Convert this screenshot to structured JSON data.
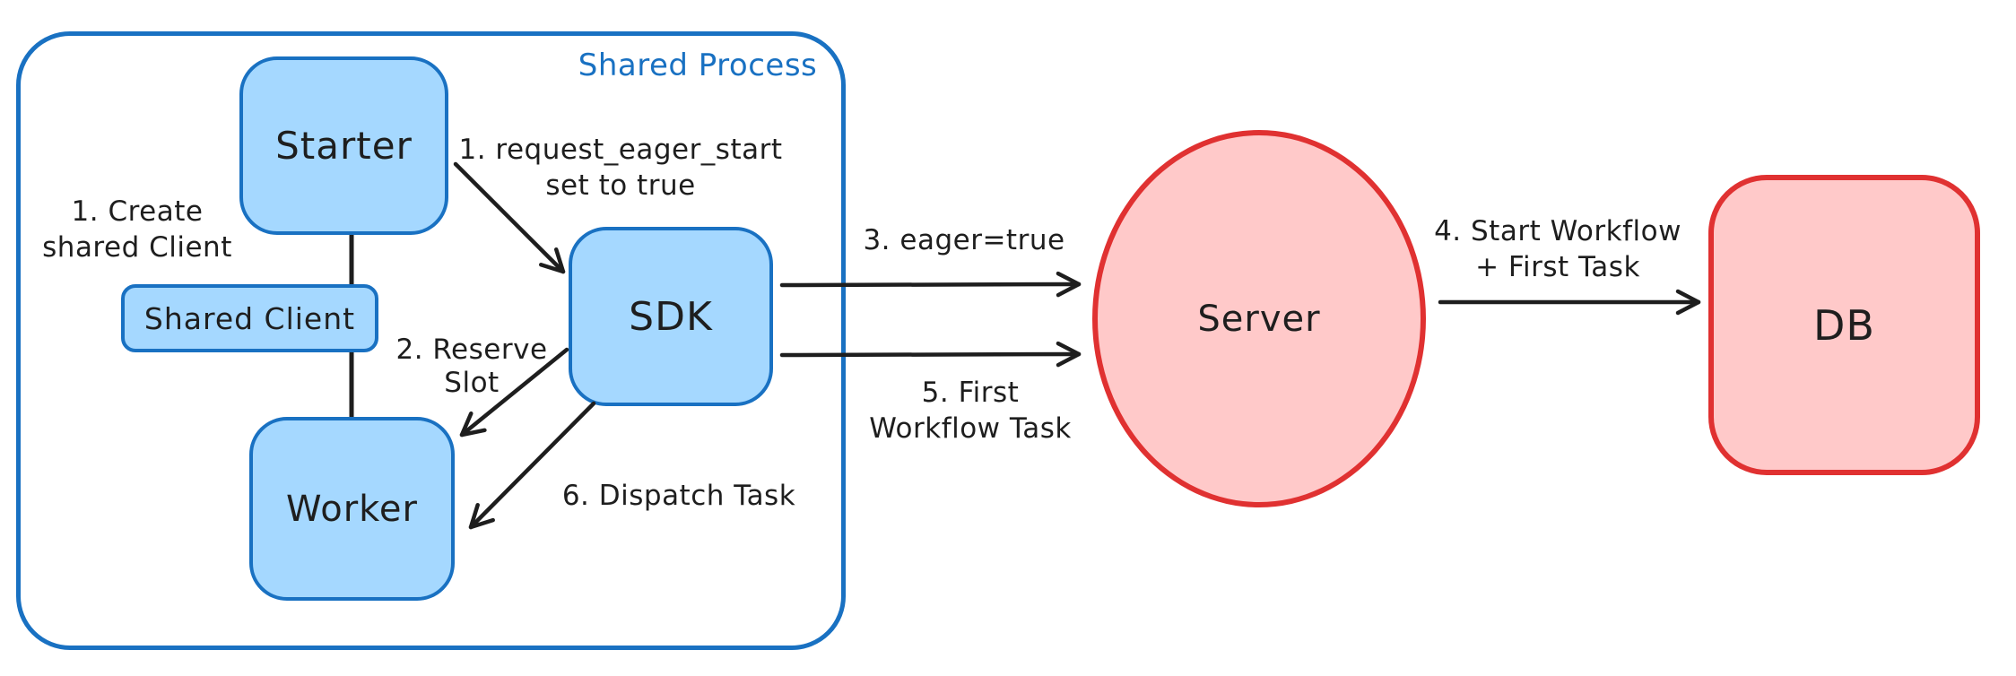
{
  "diagram": {
    "title_region": {
      "shared_process_label": "Shared Process"
    },
    "nodes": {
      "starter": {
        "label": "Starter"
      },
      "shared_client": {
        "label": "Shared Client"
      },
      "worker": {
        "label": "Worker"
      },
      "sdk": {
        "label": "SDK"
      },
      "server": {
        "label": "Server"
      },
      "db": {
        "label": "DB"
      }
    },
    "annotations": {
      "step1_create": {
        "line1": "1. Create",
        "line2": "shared Client"
      },
      "step1_request": {
        "line1": "1. request_eager_start",
        "line2": "set to true"
      },
      "step2_reserve": {
        "line1": "2. Reserve",
        "line2": "Slot"
      },
      "step3_eager": {
        "text": "3. eager=true"
      },
      "step4_start": {
        "line1": "4. Start Workflow",
        "line2": "+ First Task"
      },
      "step5_first": {
        "line1": "5. First",
        "line2": "Workflow Task"
      },
      "step6_dispatch": {
        "text": "6. Dispatch Task"
      }
    },
    "colors": {
      "blue_stroke": "#1971c2",
      "blue_fill": "#a5d8ff",
      "red_stroke": "#e03131",
      "red_fill": "#ffc9c9",
      "ink": "#1e1e1e"
    }
  }
}
